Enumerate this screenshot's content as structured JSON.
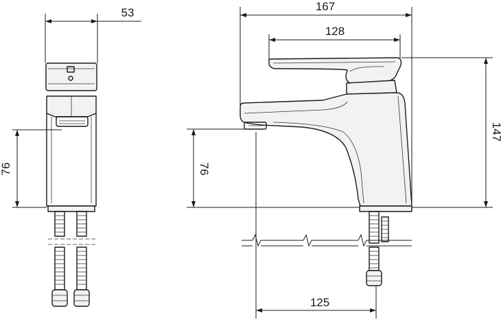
{
  "dimensions": {
    "side_view": {
      "width": "53",
      "spout_height": "76"
    },
    "front_view": {
      "overall_length": "167",
      "handle_length": "128",
      "overall_height": "147",
      "spout_height": "76",
      "spout_reach": "125"
    }
  }
}
